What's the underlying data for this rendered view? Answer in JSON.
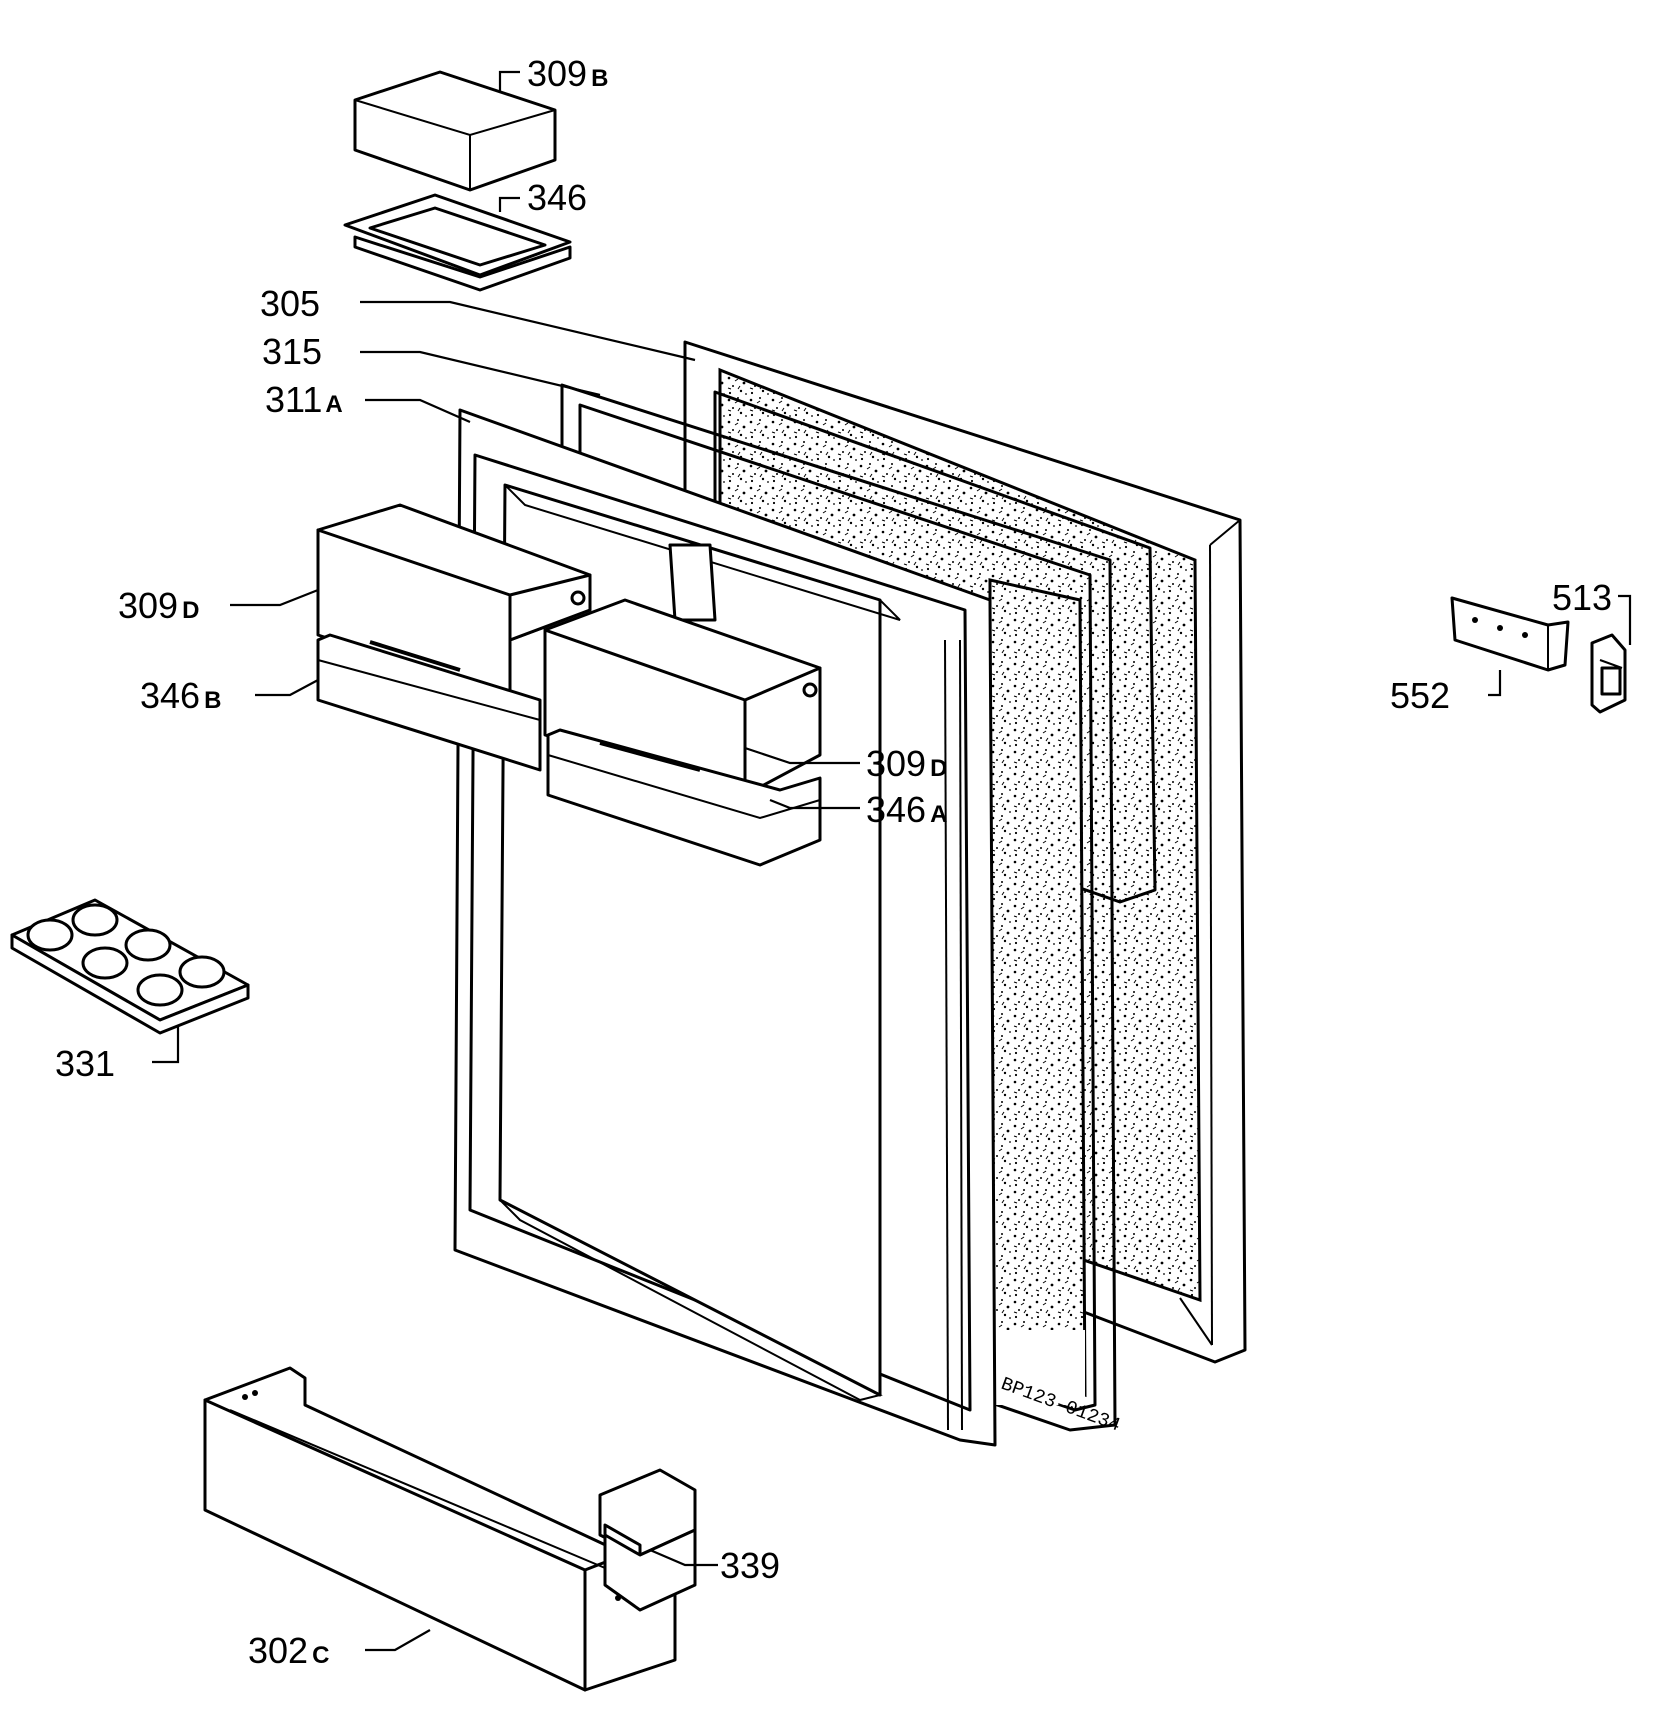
{
  "labels": {
    "l309b": {
      "num": "309",
      "suffix": "B"
    },
    "l346": {
      "num": "346",
      "suffix": ""
    },
    "l305": {
      "num": "305",
      "suffix": ""
    },
    "l315": {
      "num": "315",
      "suffix": ""
    },
    "l311a": {
      "num": "311",
      "suffix": "A"
    },
    "l309d_1": {
      "num": "309",
      "suffix": "D"
    },
    "l346b": {
      "num": "346",
      "suffix": "B"
    },
    "l309d_2": {
      "num": "309",
      "suffix": "D"
    },
    "l346a": {
      "num": "346",
      "suffix": "A"
    },
    "l513": {
      "num": "513",
      "suffix": ""
    },
    "l552": {
      "num": "552",
      "suffix": ""
    },
    "l331": {
      "num": "331",
      "suffix": ""
    },
    "l339": {
      "num": "339",
      "suffix": ""
    },
    "l302c": {
      "num": "302",
      "suffix": "C"
    }
  },
  "drawing_code": "BP123-01234"
}
